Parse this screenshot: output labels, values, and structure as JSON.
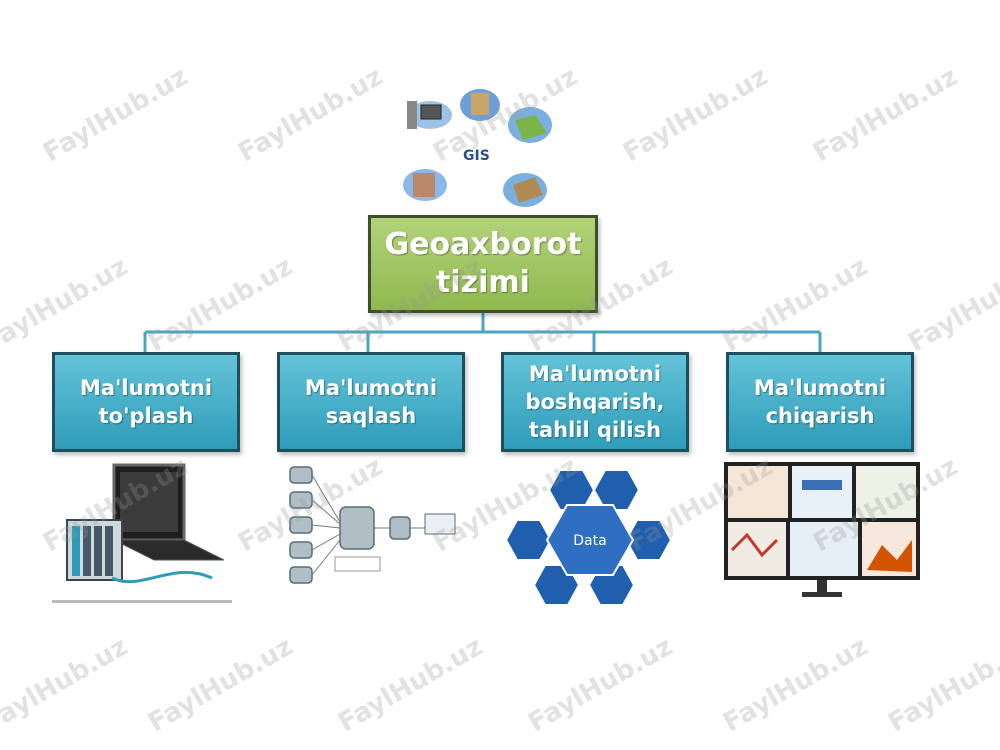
{
  "root": {
    "lines": [
      "Geoaxborot",
      "tizimi"
    ]
  },
  "children": [
    {
      "id": "collect",
      "lines": [
        "Ma'lumotni",
        "to'plash"
      ]
    },
    {
      "id": "store",
      "lines": [
        "Ma'lumotni",
        "saqlash"
      ]
    },
    {
      "id": "manage",
      "lines": [
        "Ma'lumotni",
        "boshqarish,",
        "tahlil qilish"
      ]
    },
    {
      "id": "output",
      "lines": [
        "Ma'lumotni",
        "chiqarish"
      ]
    }
  ],
  "gis_graphic": {
    "label": "GIS"
  },
  "data_graphic": {
    "center_label": "Data"
  },
  "watermark": "FaylHub.uz",
  "colors": {
    "root_fill": "#9fc562",
    "child_fill": "#3aaac6",
    "connector": "#4aa6c0"
  }
}
